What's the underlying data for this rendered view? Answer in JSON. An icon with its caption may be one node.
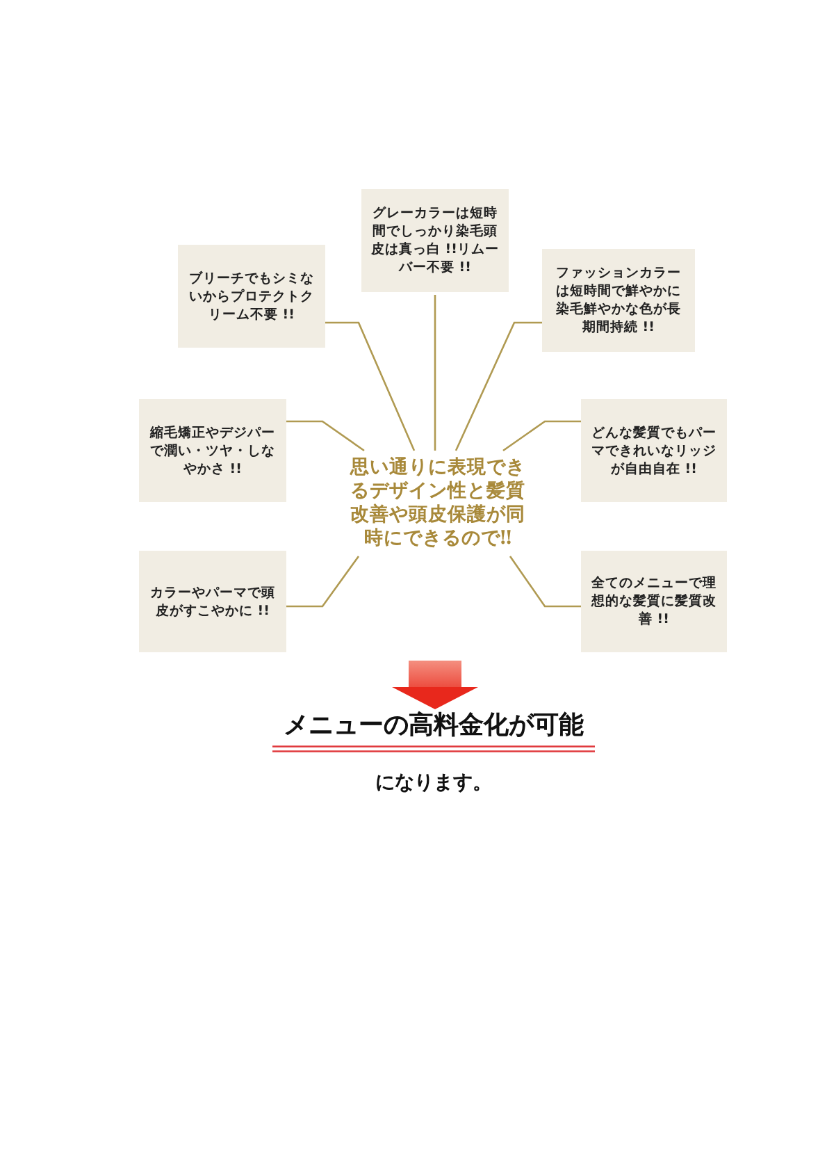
{
  "diagram": {
    "nodes": [
      {
        "text": [
          "グレーカラーは短時間でしっかり染毛頭皮は真っ白 !!リムーバー不要 !!"
        ]
      },
      {
        "text": [
          "ブリーチでもシミないからプロテクトクリーム不要 !!"
        ]
      },
      {
        "text": [
          "ファッションカラーは短時間で鮮やかに染毛鮮やかな色が長期間持続 !!"
        ]
      },
      {
        "text": [
          "縮毛矯正やデジパーで潤い・ツヤ・しなやかさ !!"
        ]
      },
      {
        "text": [
          "思い通りに表現できるデザイン性と髪質改善や頭皮保護が同時にできるので‼"
        ]
      },
      {
        "text": [
          "どんな髪質でもパーマできれいなリッジが自由自在 !!"
        ]
      },
      {
        "text": [
          "カラーやパーマで頭皮がすこやかに !!"
        ]
      },
      {
        "text": [
          "全てのメニューで理想的な髪質に髪質改善 !!"
        ]
      },
      {
        "text": [
          "メニューの高料金化が可能",
          "になります。"
        ]
      }
    ],
    "edges": [
      {
        "from": 4,
        "to": 0,
        "arrow": "none"
      },
      {
        "from": 4,
        "to": 1,
        "arrow": "none"
      },
      {
        "from": 4,
        "to": 2,
        "arrow": "none"
      },
      {
        "from": 4,
        "to": 3,
        "arrow": "none"
      },
      {
        "from": 4,
        "to": 5,
        "arrow": "none"
      },
      {
        "from": 4,
        "to": 6,
        "arrow": "none"
      },
      {
        "from": 4,
        "to": 7,
        "arrow": "none"
      },
      {
        "from": 4,
        "to": 8,
        "arrow": "to",
        "style": "thick",
        "color": "#e8281c"
      }
    ]
  }
}
